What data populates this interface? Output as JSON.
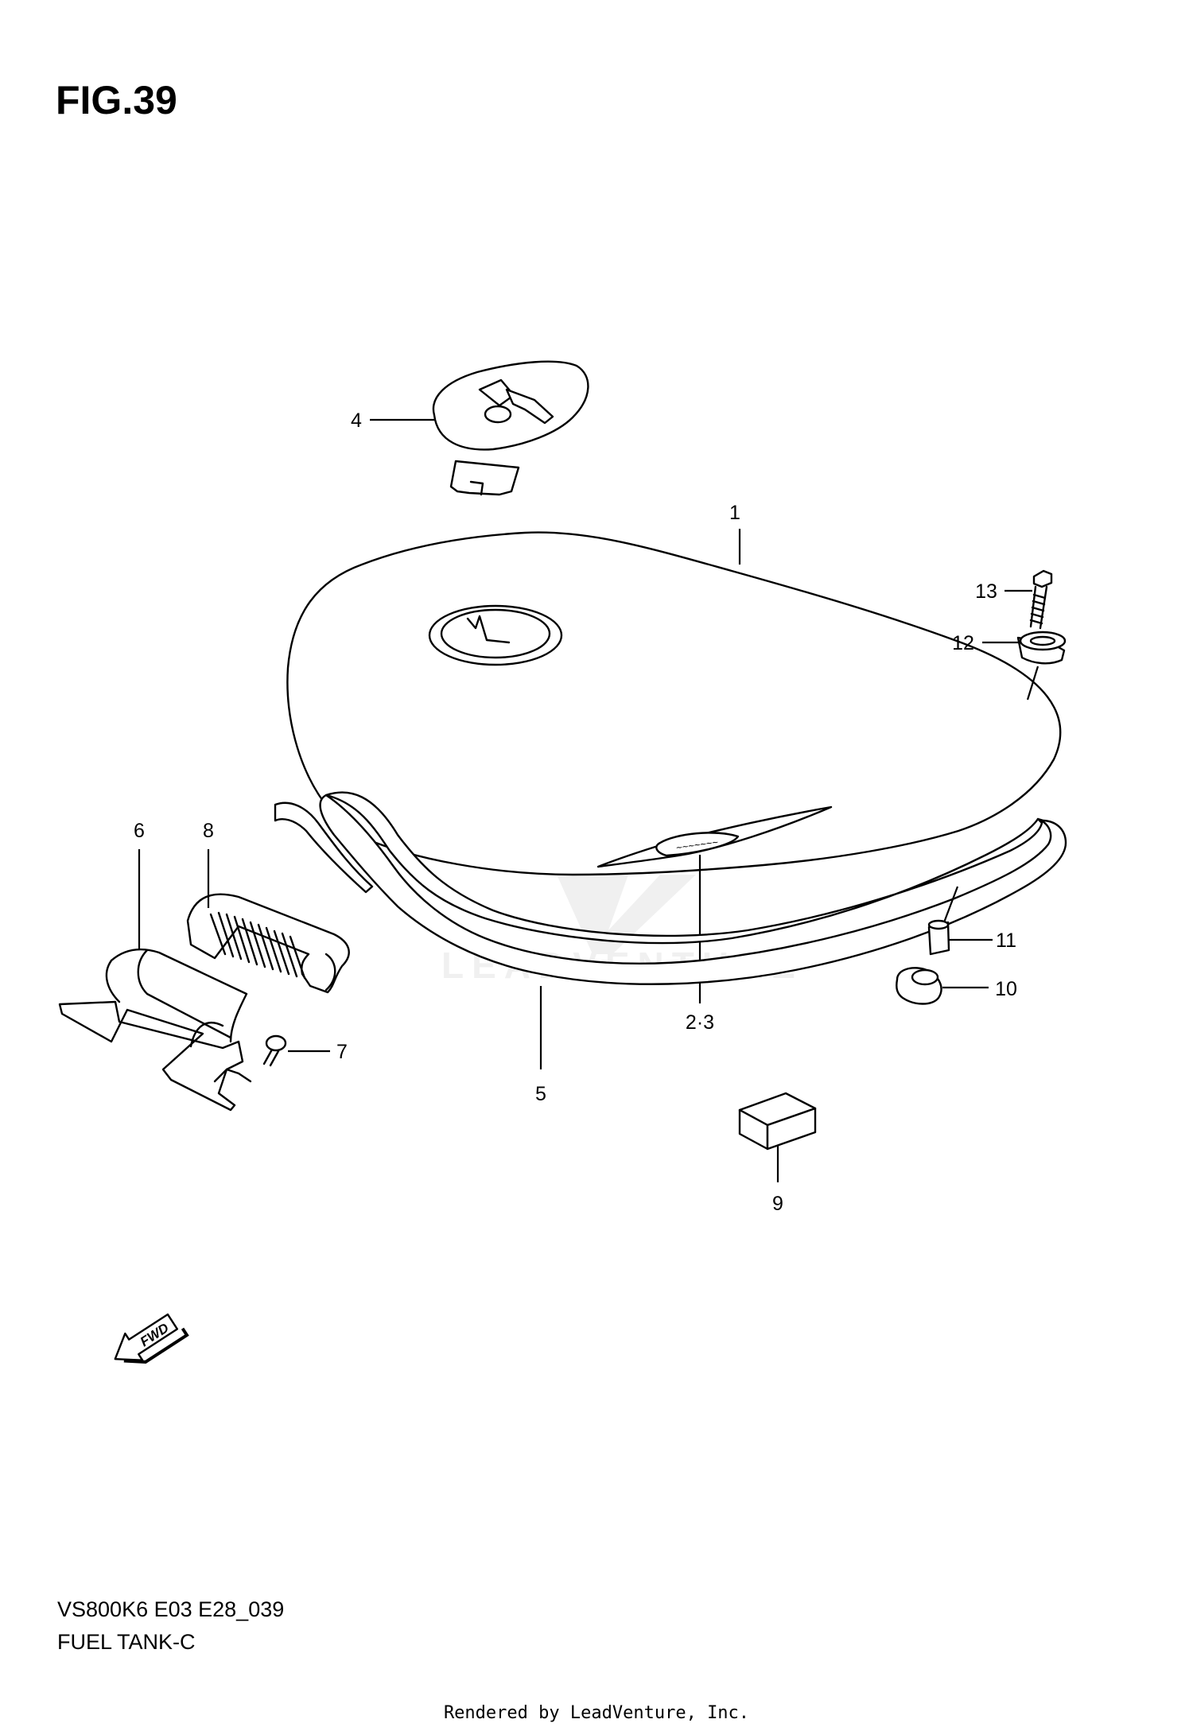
{
  "figure_title": "FIG.39",
  "watermark": "LEADVENTURE",
  "callouts": {
    "p1": "1",
    "p23": "2·3",
    "p4": "4",
    "p5": "5",
    "p6": "6",
    "p7": "7",
    "p8": "8",
    "p9": "9",
    "p10": "10",
    "p11": "11",
    "p12": "12",
    "p13": "13"
  },
  "fwd_arrow_label": "FWD",
  "footer": {
    "code": "VS800K6 E03 E28_039",
    "name": "FUEL TANK-C",
    "rendered_by": "Rendered by LeadVenture, Inc."
  }
}
